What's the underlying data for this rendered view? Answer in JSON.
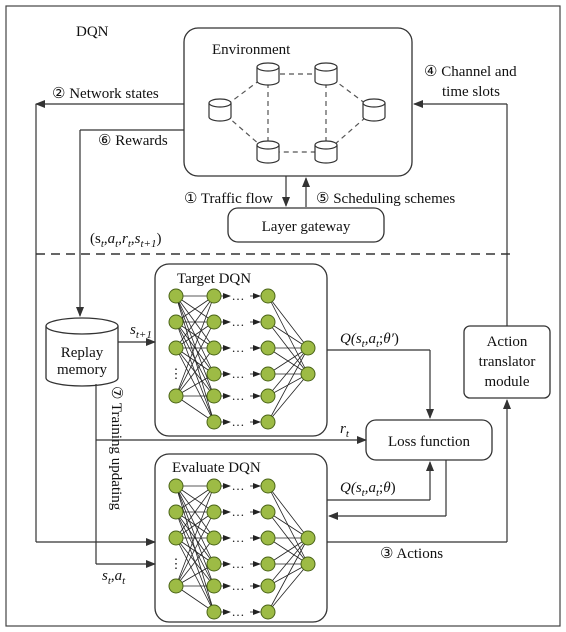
{
  "diagram": {
    "title": "DQN",
    "environment_label": "Environment",
    "layer_gateway_label": "Layer gateway",
    "target_dqn_label": "Target DQN",
    "evaluate_dqn_label": "Evaluate DQN",
    "replay_label_1": "Replay",
    "replay_label_2": "memory",
    "loss_label": "Loss function",
    "action_translator_1": "Action",
    "action_translator_2": "translator",
    "action_translator_3": "module",
    "edge_network_states": "② Network states",
    "edge_rewards": "⑥ Rewards",
    "edge_channel_1": "④ Channel and",
    "edge_channel_2": "time slots",
    "edge_traffic": "① Traffic flow",
    "edge_scheduling": "⑤ Scheduling schemes",
    "edge_tuple": "(s",
    "edge_training": "⑦ Training updating",
    "edge_actions": "③ Actions",
    "label_s_next": "s",
    "label_q_target": "Q(s",
    "label_q_eval": "Q(s",
    "label_rt": "r",
    "label_sa": "s",
    "colors": {
      "neuron": "#9dbb45",
      "neuron_stroke": "#4a6418",
      "border": "#333333"
    }
  }
}
